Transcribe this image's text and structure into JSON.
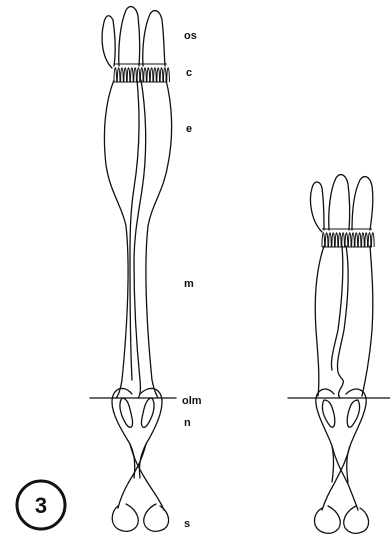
{
  "figure": {
    "number": "3",
    "labels": {
      "os": "os",
      "c": "c",
      "e": "e",
      "m": "m",
      "olm": "olm",
      "n": "n",
      "s": "s"
    }
  }
}
